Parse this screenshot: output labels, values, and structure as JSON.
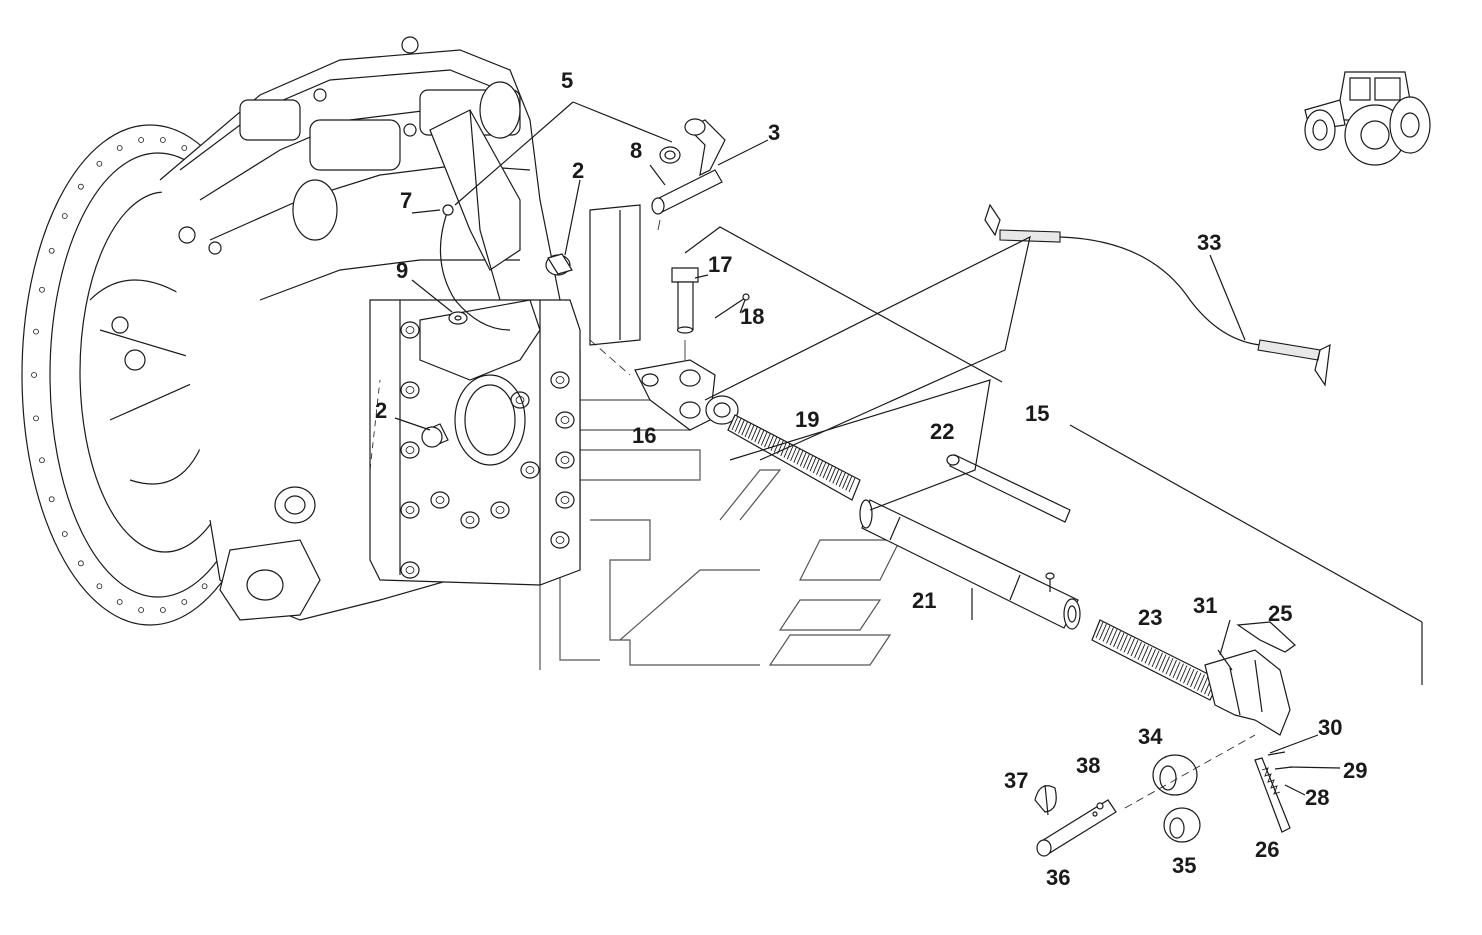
{
  "callouts": {
    "c2a": "2",
    "c2b": "2",
    "c3": "3",
    "c5": "5",
    "c7": "7",
    "c8": "8",
    "c9": "9",
    "c15": "15",
    "c16": "16",
    "c17": "17",
    "c18": "18",
    "c19": "19",
    "c21": "21",
    "c22": "22",
    "c23": "23",
    "c25": "25",
    "c26": "26",
    "c28": "28",
    "c29": "29",
    "c30": "30",
    "c31": "31",
    "c33": "33",
    "c34": "34",
    "c35": "35",
    "c36": "36",
    "c37": "37",
    "c38": "38"
  },
  "icons": {
    "orientation": "tractor-icon",
    "watermark": "logo-watermark"
  },
  "colors": {
    "line": "#1a1a1a",
    "background": "#ffffff",
    "watermark": "#555555"
  }
}
